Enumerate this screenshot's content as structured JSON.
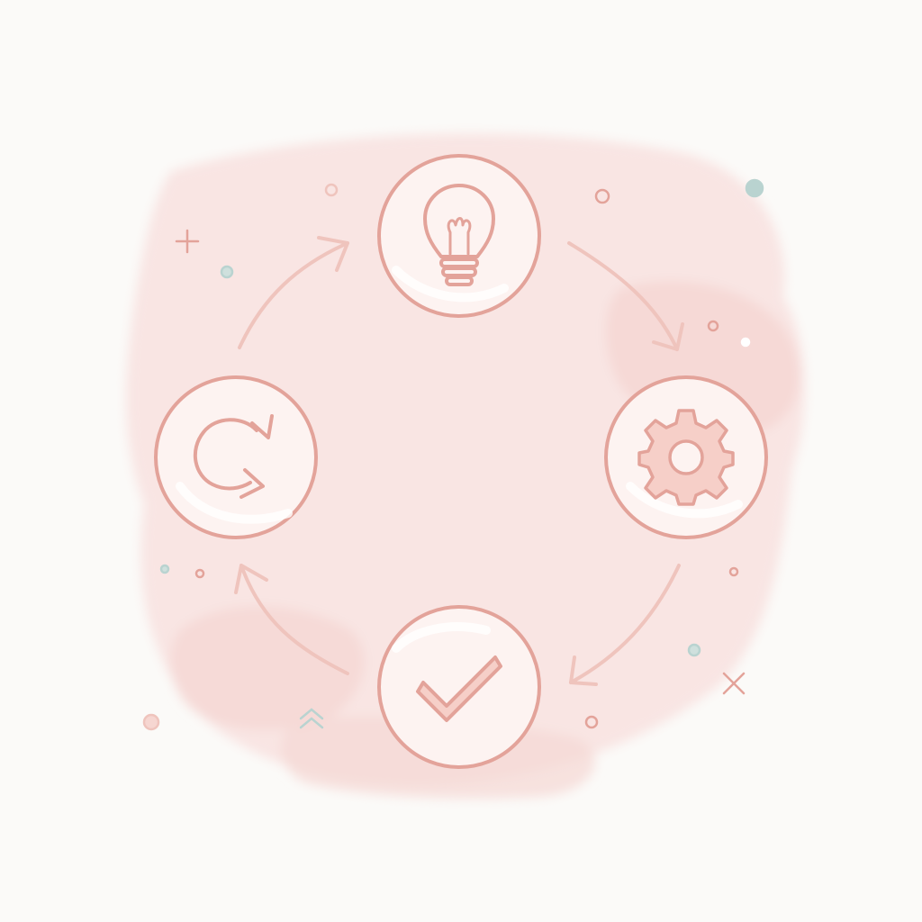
{
  "colors": {
    "background": "#fbfaf8",
    "wash": "#f8dfdc",
    "stroke": "#e3a39a",
    "node_fill": "#fdf3f1",
    "accent_teal": "#b9d3d0"
  },
  "diagram": {
    "type": "cycle",
    "direction": "clockwise",
    "nodes": [
      {
        "id": "top",
        "icon": "lightbulb-icon"
      },
      {
        "id": "right",
        "icon": "gear-icon"
      },
      {
        "id": "bottom",
        "icon": "checkmark-icon"
      },
      {
        "id": "left",
        "icon": "refresh-arrows-icon"
      }
    ],
    "edges": [
      {
        "from": "top",
        "to": "right"
      },
      {
        "from": "right",
        "to": "bottom"
      },
      {
        "from": "bottom",
        "to": "left"
      },
      {
        "from": "left",
        "to": "top"
      }
    ]
  }
}
